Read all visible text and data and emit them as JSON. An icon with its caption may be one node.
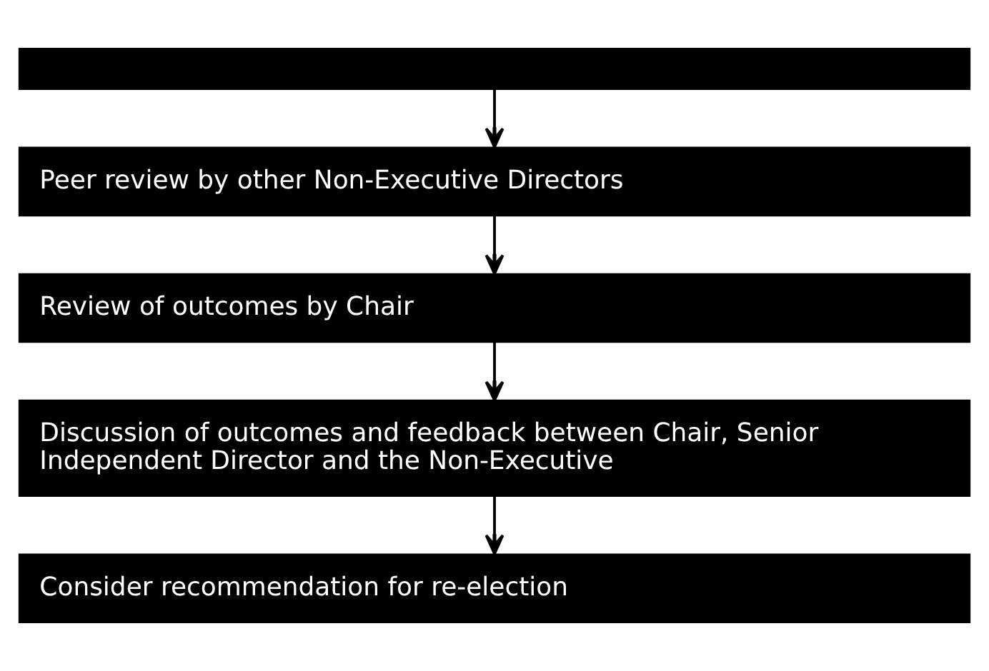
{
  "diagram": {
    "nodes": [
      {
        "text": [],
        "shape": "bar"
      },
      {
        "text": [
          "Peer review by other Non-Executive Directors"
        ]
      },
      {
        "text": [
          "Review of outcomes by Chair"
        ]
      },
      {
        "text": [
          "Discussion of outcomes and feedback between Chair, Senior Independent Director and the Non-Executive"
        ]
      },
      {
        "text": [
          "Consider recommendation for re-election"
        ]
      }
    ],
    "edges": [
      {
        "from": 0,
        "to": 1,
        "arrow": "to"
      },
      {
        "from": 1,
        "to": 2,
        "arrow": "to"
      },
      {
        "from": 2,
        "to": 3,
        "arrow": "to"
      },
      {
        "from": 3,
        "to": 4,
        "arrow": "to"
      }
    ]
  }
}
